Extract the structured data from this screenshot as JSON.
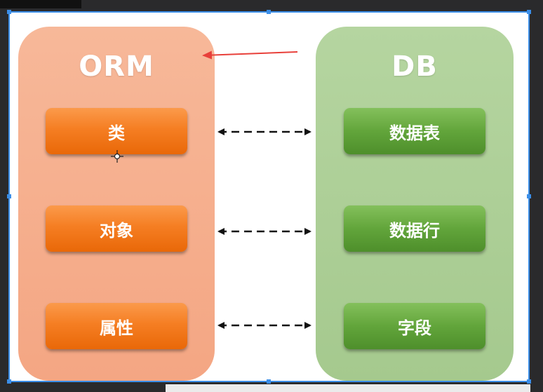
{
  "orm": {
    "title": "ORM",
    "items": [
      "类",
      "对象",
      "属性"
    ]
  },
  "db": {
    "title": "DB",
    "items": [
      "数据表",
      "数据行",
      "字段"
    ]
  },
  "colors": {
    "orm_panel": "#f6ad8b",
    "db_panel": "#aecf98",
    "orm_box": "#f57e23",
    "db_box": "#62a53b",
    "selection": "#3b8ee8",
    "pointer_arrow": "#e8403a"
  }
}
